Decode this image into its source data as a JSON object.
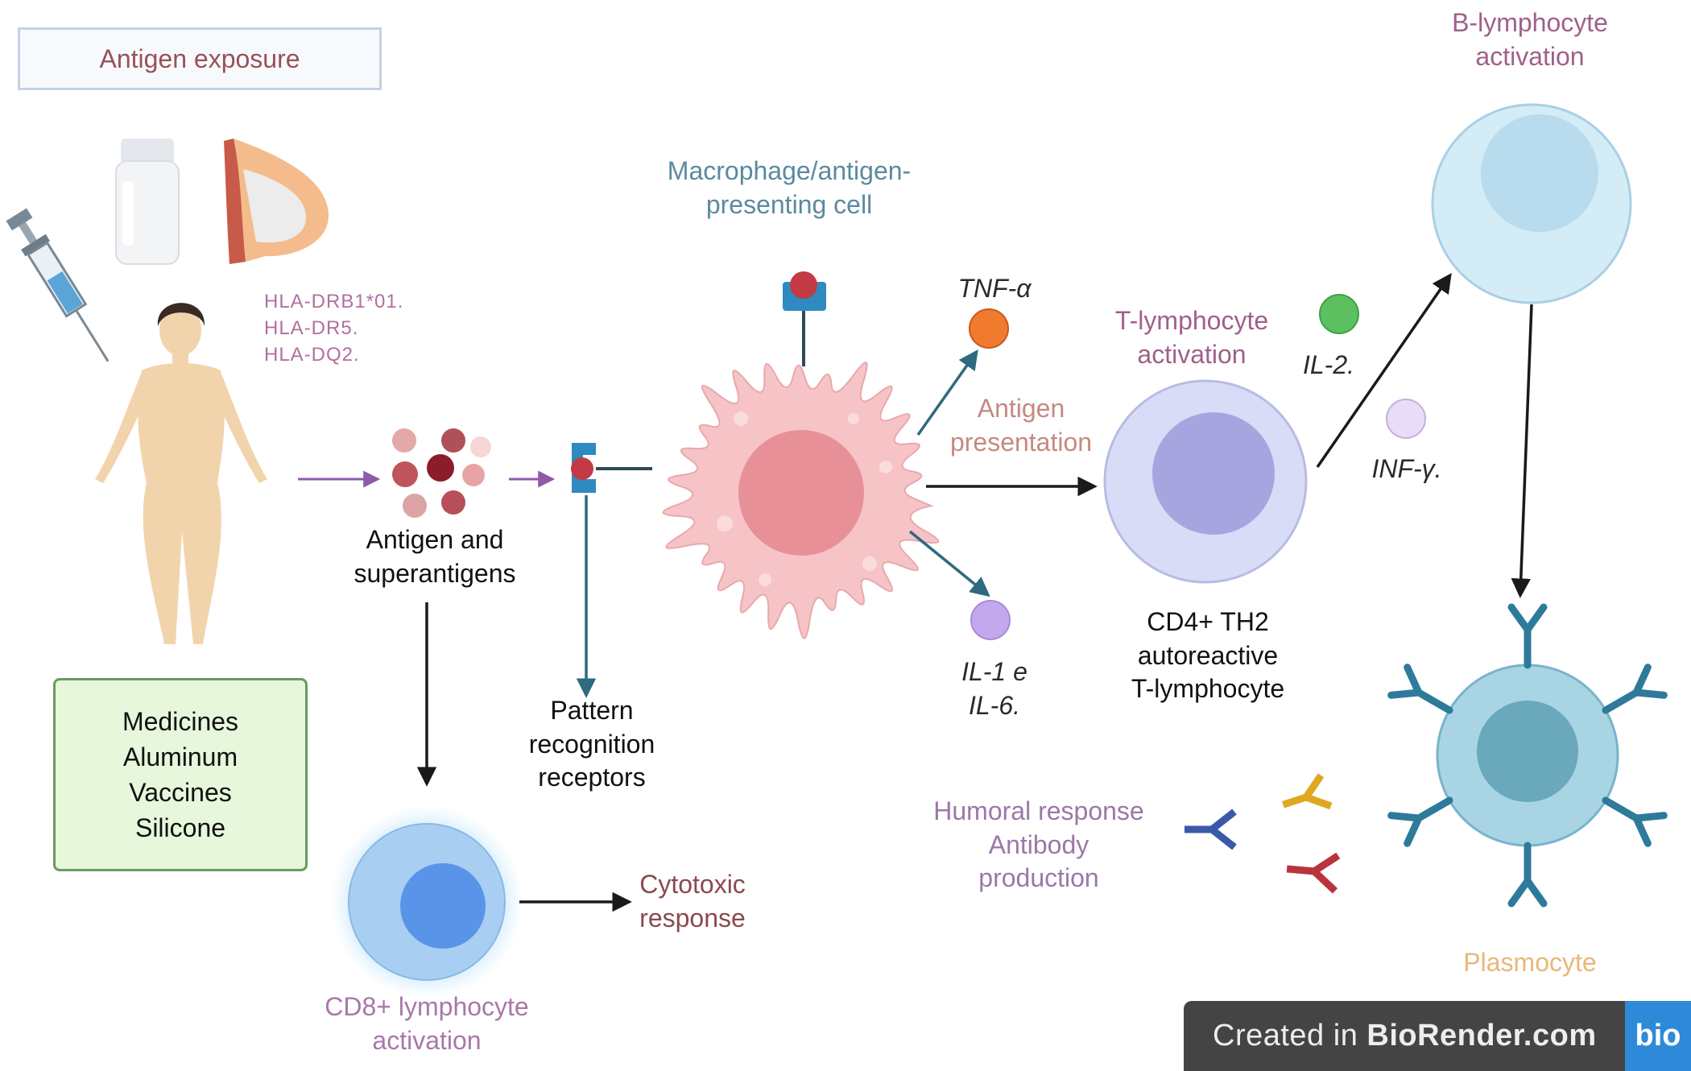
{
  "exposure_box": {
    "label": "Antigen exposure"
  },
  "hla": {
    "lines": [
      "HLA-DRB1*01.",
      "HLA-DR5.",
      "HLA-DQ2."
    ]
  },
  "agents_box": {
    "lines": [
      "Medicines",
      "Aluminum",
      "Vaccines",
      "Silicone"
    ]
  },
  "labels": {
    "antigen": [
      "Antigen and",
      "superantigens"
    ],
    "prr": [
      "Pattern",
      "recognition",
      "receptors"
    ],
    "macrophage": [
      "Macrophage/antigen-",
      "presenting cell"
    ],
    "tnf": "TNF-α",
    "il1": [
      "IL-1 e",
      "IL-6."
    ],
    "antigen_presentation": [
      "Antigen",
      "presentation"
    ],
    "t_activation": [
      "T-lymphocyte",
      "activation"
    ],
    "il2": "IL-2.",
    "inf": "INF-γ.",
    "cd4": [
      "CD4+ TH2",
      "autoreactive",
      "T-lymphocyte"
    ],
    "b_activation": [
      "B-lymphocyte",
      "activation"
    ],
    "humoral": [
      "Humoral response",
      "Antibody",
      "production"
    ],
    "plasmocyte": "Plasmocyte",
    "cd8": [
      "CD8+ lymphocyte",
      "activation"
    ],
    "cytotoxic": [
      "Cytotoxic",
      "response"
    ]
  },
  "badge": {
    "prefix": "Created in ",
    "brand": "BioRender.com",
    "logo": "bio"
  },
  "colors": {
    "arrow_purple": "#8e5aa8",
    "arrow_teal": "#2e6a80",
    "arrow_black": "#1a1a1a",
    "macrophage": "#f6c4c6",
    "t_cell": "#d8dcf6",
    "b_cell": "#d4ecf6",
    "cd8_cell": "#a8cef2",
    "plasmocyte": "#a8d4e4",
    "tnf_dot": "#f07a2e",
    "il1_dot": "#c4a8ee",
    "il2_dot": "#5cc060",
    "inf_dot": "#e0d0f0"
  }
}
